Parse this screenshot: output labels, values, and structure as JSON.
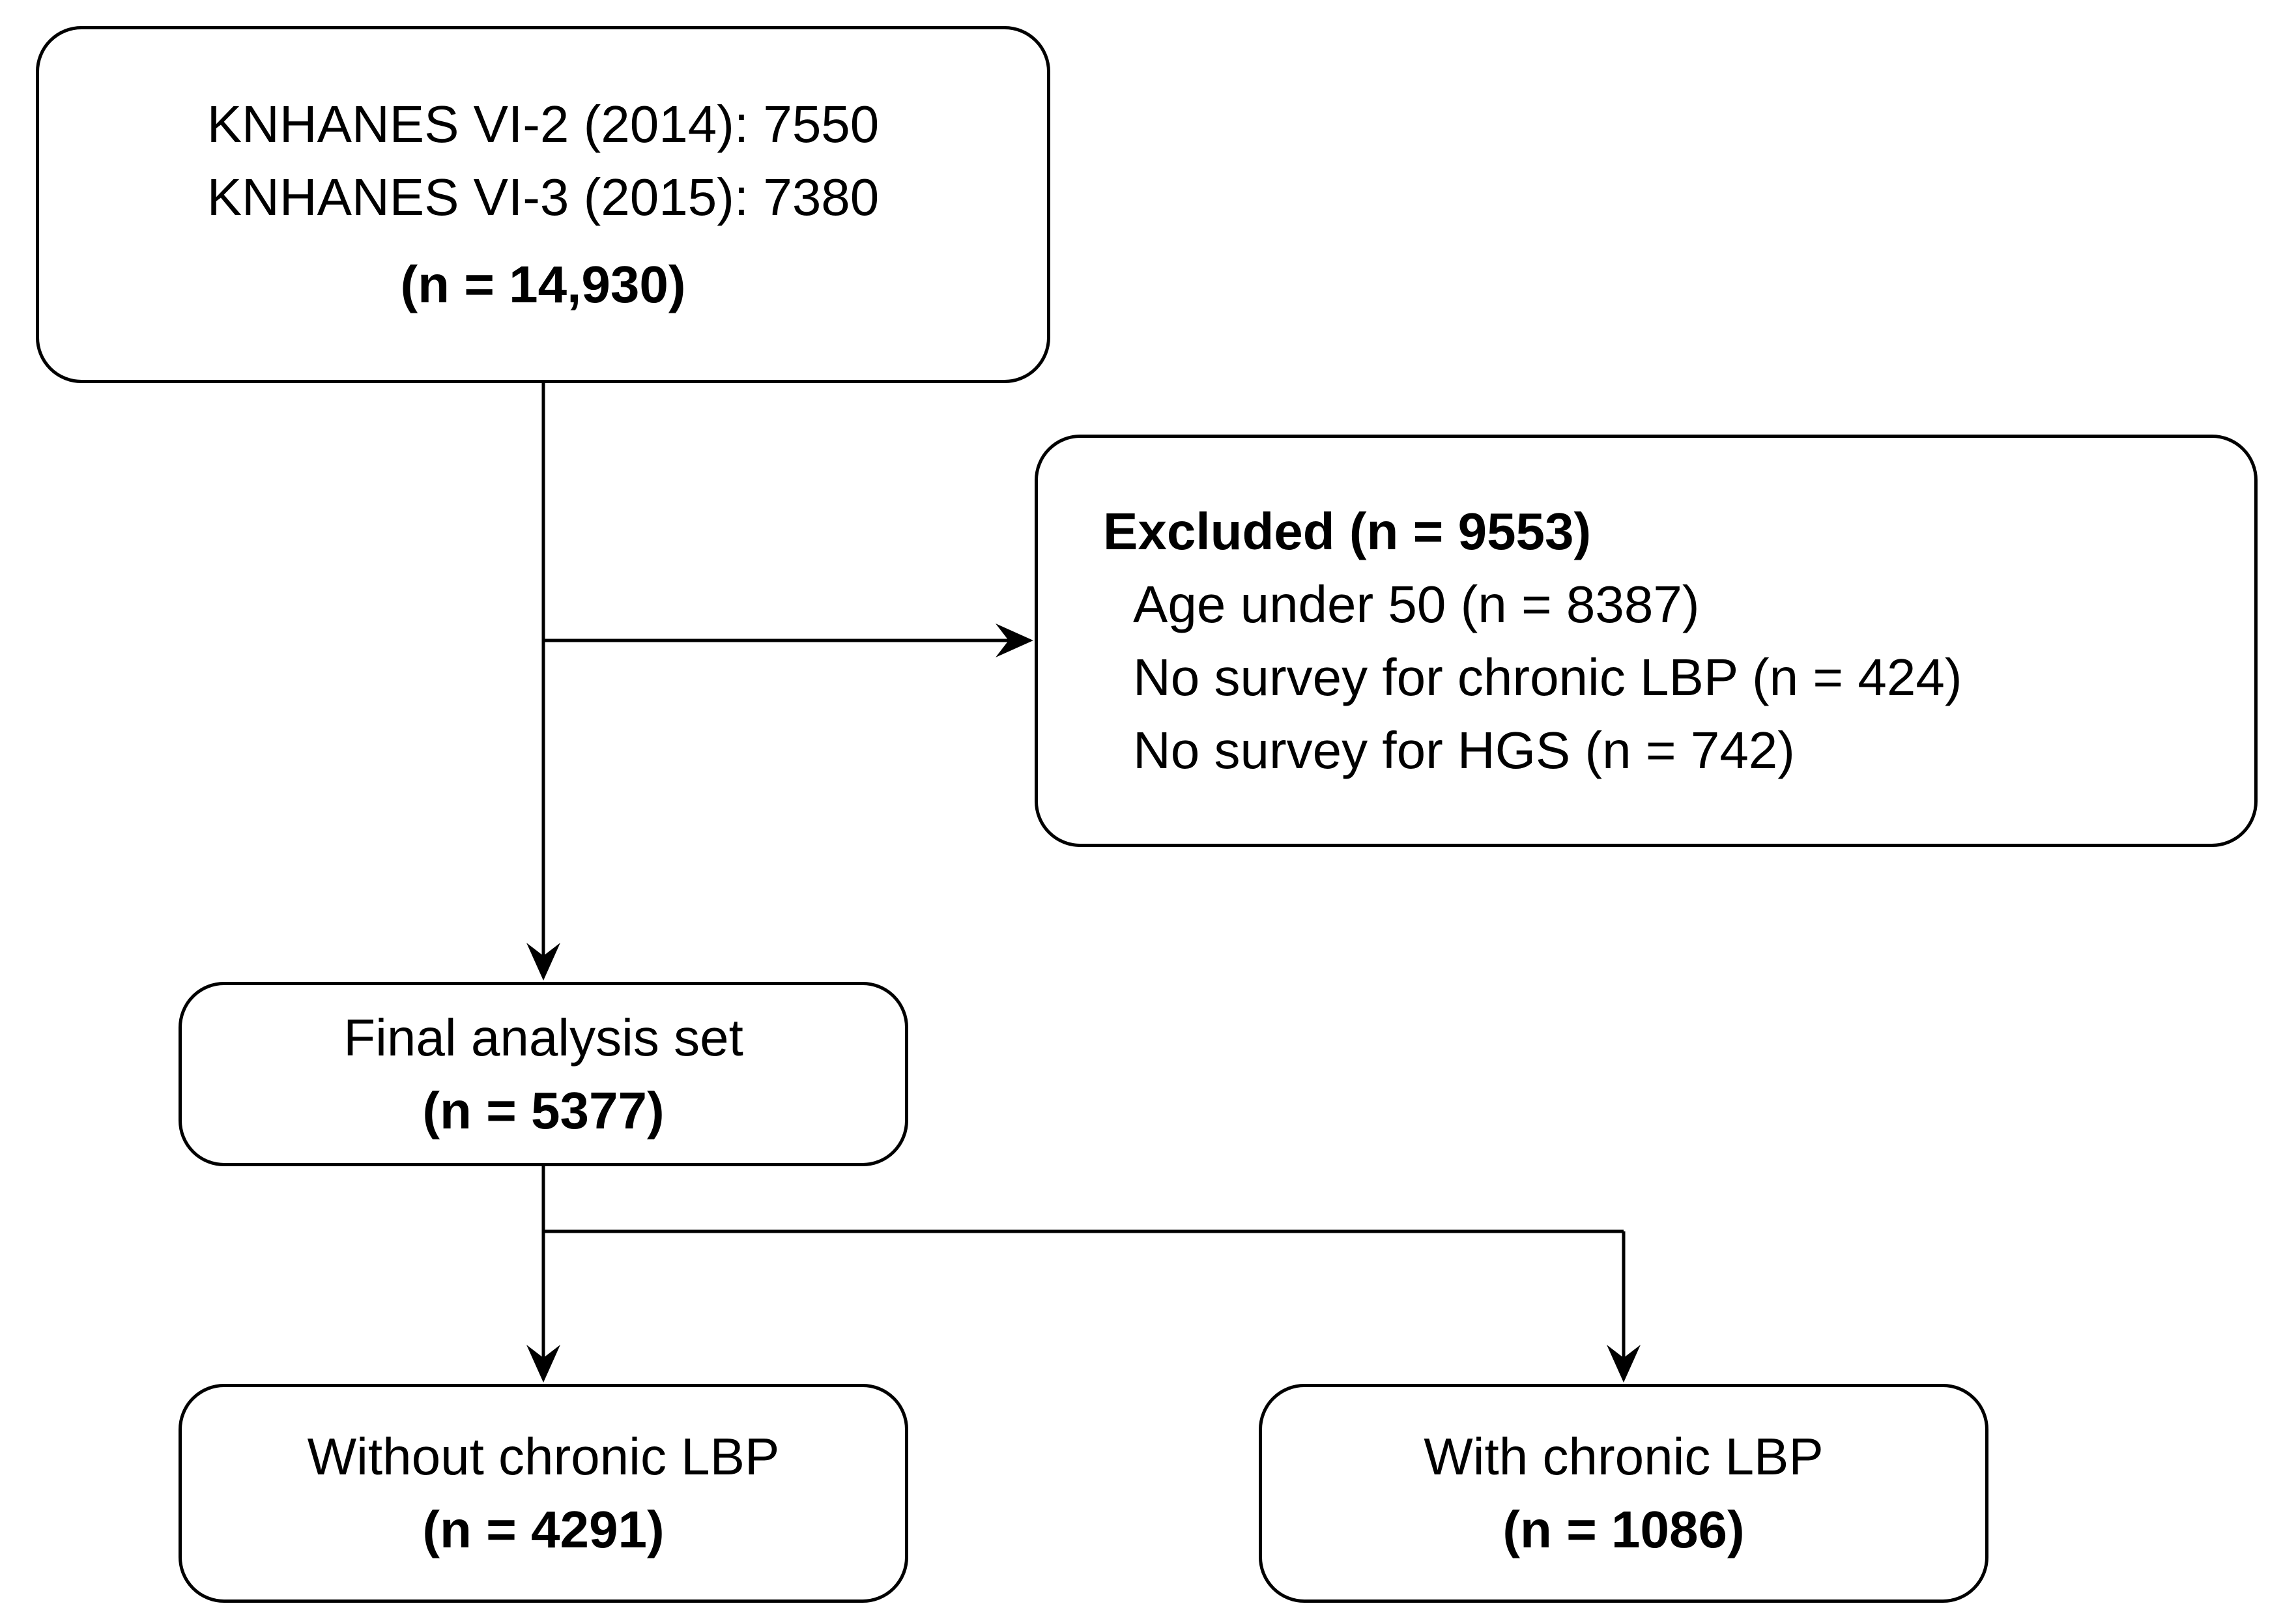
{
  "colors": {
    "background": "#ffffff",
    "box_fill": "#ffffff",
    "box_border": "#000000",
    "text": "#000000",
    "connector": "#000000"
  },
  "flowchart": {
    "source_box": {
      "line1": "KNHANES VI-2 (2014): 7550",
      "line2": "KNHANES VI-3 (2015): 7380",
      "n_label": "(n = 14,930)"
    },
    "excluded_box": {
      "title": "Excluded (n = 9553)",
      "items": [
        "Age under 50 (n = 8387)",
        "No survey for chronic LBP (n = 424)",
        "No survey for HGS (n = 742)"
      ]
    },
    "final_box": {
      "label": "Final analysis set",
      "n_label": "(n = 5377)"
    },
    "without_lbp_box": {
      "label": "Without chronic LBP",
      "n_label": "(n = 4291)"
    },
    "with_lbp_box": {
      "label": "With chronic LBP",
      "n_label": "(n = 1086)"
    }
  }
}
